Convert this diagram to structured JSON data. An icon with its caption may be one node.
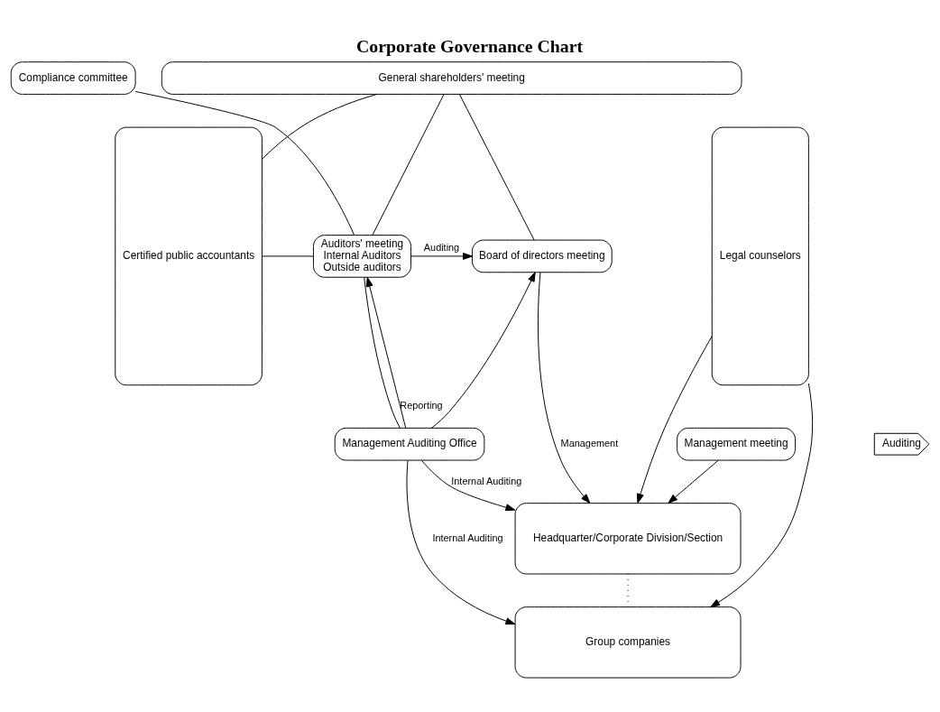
{
  "diagram": {
    "title": "Corporate Governance Chart",
    "nodes": [
      {
        "text": [
          "General shareholders' meeting"
        ]
      },
      {
        "text": [
          "Certified public accountants"
        ]
      },
      {
        "text": [
          "Auditors' meeting",
          "Internal Auditors",
          "Outside auditors"
        ]
      },
      {
        "text": [
          "Board of directors meeting"
        ]
      },
      {
        "text": [
          "Legal counselors"
        ]
      },
      {
        "text": [
          "Compliance committee"
        ]
      },
      {
        "text": [
          "Management meeting"
        ]
      },
      {
        "text": [
          "Auditing"
        ]
      },
      {
        "text": [
          "Management Auditing Office"
        ]
      },
      {
        "text": [
          "Headquarter/Corporate Division/Section"
        ]
      },
      {
        "text": [
          "Group companies"
        ]
      }
    ],
    "edges": [
      {
        "from": 0,
        "to": 1,
        "arrow": "none"
      },
      {
        "from": 0,
        "to": 2,
        "arrow": "none"
      },
      {
        "from": 0,
        "to": 3,
        "arrow": "none"
      },
      {
        "from": 1,
        "to": 2,
        "arrow": "none"
      },
      {
        "from": 2,
        "to": 3,
        "arrow": "to",
        "label": "Auditing"
      },
      {
        "from": 3,
        "to": 9,
        "arrow": "to",
        "label": "Management"
      },
      {
        "from": 6,
        "to": 9,
        "arrow": "to"
      },
      {
        "from": 5,
        "to": 2,
        "arrow": "none"
      },
      {
        "from": 8,
        "to": 2,
        "arrow": "to",
        "label": "Reporting"
      },
      {
        "from": 8,
        "to": 3,
        "arrow": "to"
      },
      {
        "from": 2,
        "to": 8,
        "arrow": "none"
      },
      {
        "from": 8,
        "to": 9,
        "arrow": "to",
        "label": "Internal Auditing"
      },
      {
        "from": 8,
        "to": 10,
        "arrow": "to",
        "label": "Internal Auditing"
      },
      {
        "from": 4,
        "to": 9,
        "arrow": "to"
      },
      {
        "from": 4,
        "to": 10,
        "arrow": "to"
      },
      {
        "from": 9,
        "to": 10,
        "arrow": "none",
        "style": "dashed"
      }
    ]
  }
}
